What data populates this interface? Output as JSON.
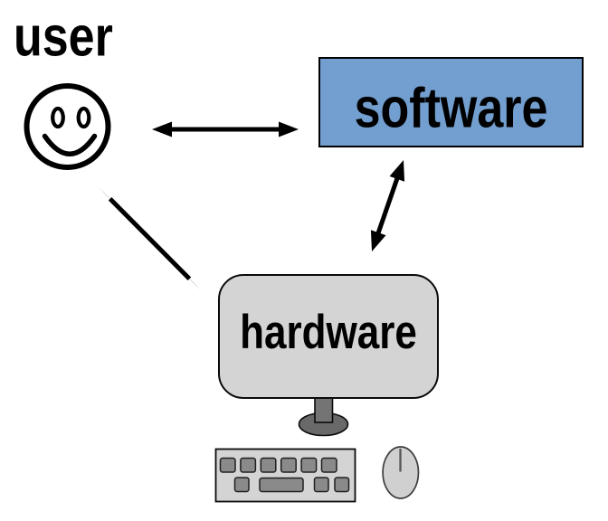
{
  "diagram": {
    "nodes": {
      "user": {
        "label": "user",
        "icon": "smiley-face-icon"
      },
      "software": {
        "label": "software",
        "shape": "rectangle",
        "fill": "#729FCF"
      },
      "hardware": {
        "label": "hardware",
        "icon": "computer-monitor-icon",
        "peripheral_icons": [
          "keyboard-icon",
          "mouse-icon"
        ],
        "fill": "#D4D4D4"
      }
    },
    "edges": [
      {
        "from": "user",
        "to": "software",
        "type": "bidirectional-arrow"
      },
      {
        "from": "user",
        "to": "hardware",
        "type": "bidirectional-arrow"
      },
      {
        "from": "software",
        "to": "hardware",
        "type": "bidirectional-arrow"
      }
    ],
    "colors": {
      "background": "#FFFFFF",
      "arrow": "#000000",
      "outline": "#000000",
      "software_fill": "#729FCF",
      "monitor_fill": "#D4D4D4",
      "stand_fill": "#6E6E6E",
      "keyboard_fill": "#D4D4D4",
      "key_fill": "#8A8A8A",
      "mouse_fill": "#D0D0D0",
      "text": "#000000"
    }
  }
}
